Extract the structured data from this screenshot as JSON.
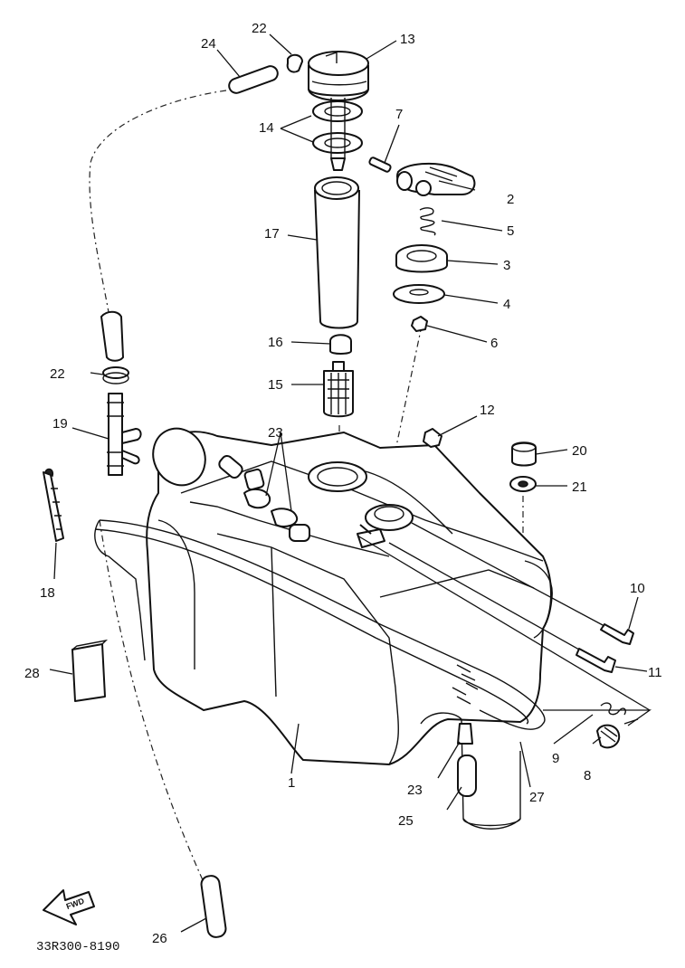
{
  "diagram": {
    "drawing_code": "33R300-8190",
    "direction_arrow_label": "FWD",
    "callouts": [
      {
        "id": "c1",
        "number": "1"
      },
      {
        "id": "c2",
        "number": "2"
      },
      {
        "id": "c3",
        "number": "3"
      },
      {
        "id": "c4",
        "number": "4"
      },
      {
        "id": "c5",
        "number": "5"
      },
      {
        "id": "c6",
        "number": "6"
      },
      {
        "id": "c7",
        "number": "7"
      },
      {
        "id": "c8",
        "number": "8"
      },
      {
        "id": "c9",
        "number": "9"
      },
      {
        "id": "c10",
        "number": "10"
      },
      {
        "id": "c11",
        "number": "11"
      },
      {
        "id": "c12",
        "number": "12"
      },
      {
        "id": "c13",
        "number": "13"
      },
      {
        "id": "c14",
        "number": "14"
      },
      {
        "id": "c15",
        "number": "15"
      },
      {
        "id": "c16",
        "number": "16"
      },
      {
        "id": "c17",
        "number": "17"
      },
      {
        "id": "c18",
        "number": "18"
      },
      {
        "id": "c19",
        "number": "19"
      },
      {
        "id": "c20",
        "number": "20"
      },
      {
        "id": "c21",
        "number": "21"
      },
      {
        "id": "c22a",
        "number": "22"
      },
      {
        "id": "c22b",
        "number": "22"
      },
      {
        "id": "c23a",
        "number": "23"
      },
      {
        "id": "c23b",
        "number": "23"
      },
      {
        "id": "c24",
        "number": "24"
      },
      {
        "id": "c25",
        "number": "25"
      },
      {
        "id": "c26",
        "number": "26"
      },
      {
        "id": "c27",
        "number": "27"
      },
      {
        "id": "c28",
        "number": "28"
      }
    ]
  }
}
